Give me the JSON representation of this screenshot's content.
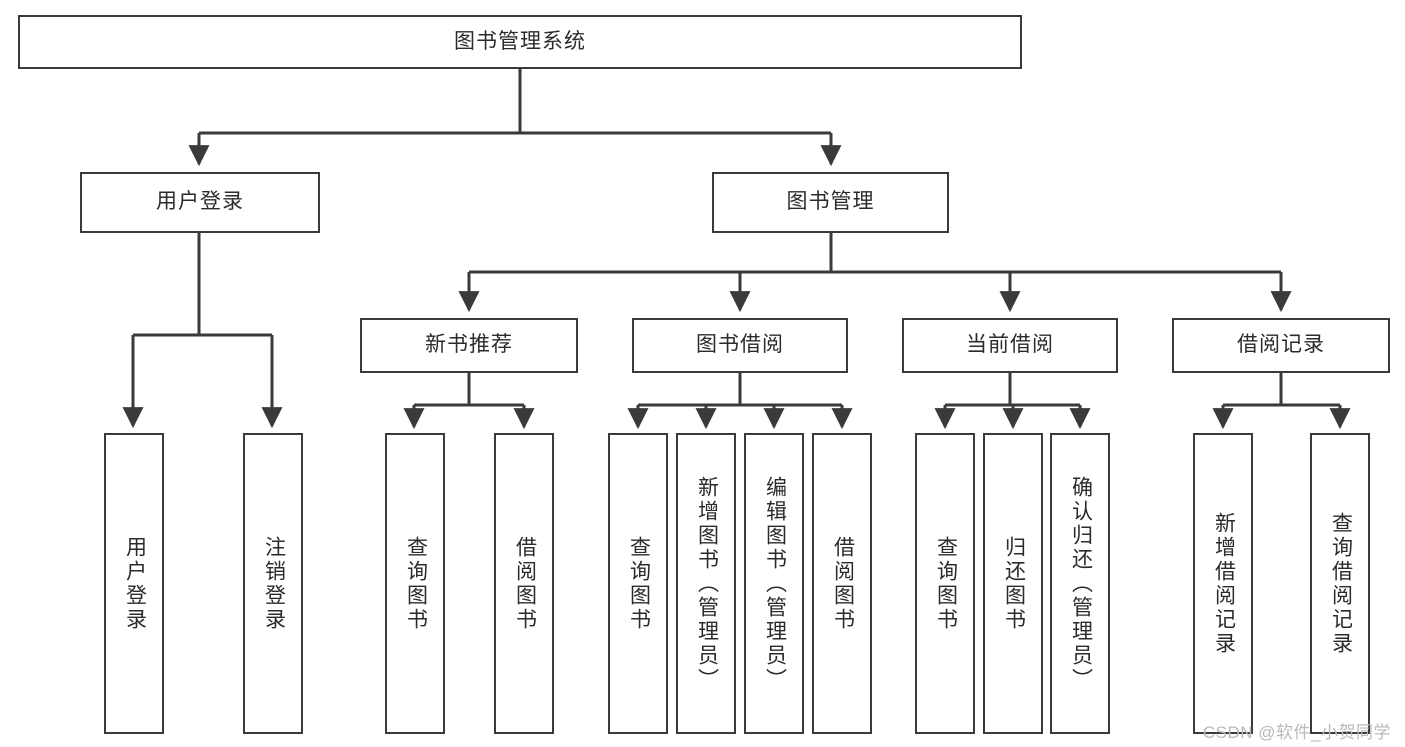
{
  "diagram": {
    "type": "tree-hierarchy",
    "title": "图书管理系统",
    "watermark": "CSDN @软件_小贺同学",
    "colors": {
      "background": "#ffffff",
      "box_border": "#3a3a3a",
      "box_fill": "#ffffff",
      "text": "#2b2b2b",
      "connector": "#3a3a3a",
      "watermark": "#b9b9b9"
    },
    "root": {
      "label": "图书管理系统"
    },
    "level2": [
      {
        "label": "用户登录"
      },
      {
        "label": "图书管理"
      }
    ],
    "level3": [
      {
        "label": "新书推荐"
      },
      {
        "label": "图书借阅"
      },
      {
        "label": "当前借阅"
      },
      {
        "label": "借阅记录"
      }
    ],
    "leaves": {
      "user_login": [
        {
          "label": "用户登录"
        },
        {
          "label": "注销登录"
        }
      ],
      "new_book_recommend": [
        {
          "label": "查询图书"
        },
        {
          "label": "借阅图书"
        }
      ],
      "book_borrow": [
        {
          "label": "查询图书"
        },
        {
          "label": "新增图书（管理员）"
        },
        {
          "label": "编辑图书（管理员）"
        },
        {
          "label": "借阅图书"
        }
      ],
      "current_borrow": [
        {
          "label": "查询图书"
        },
        {
          "label": "归还图书"
        },
        {
          "label": "确认归还（管理员）"
        }
      ],
      "borrow_record": [
        {
          "label": "新增借阅记录"
        },
        {
          "label": "查询借阅记录"
        }
      ]
    }
  }
}
